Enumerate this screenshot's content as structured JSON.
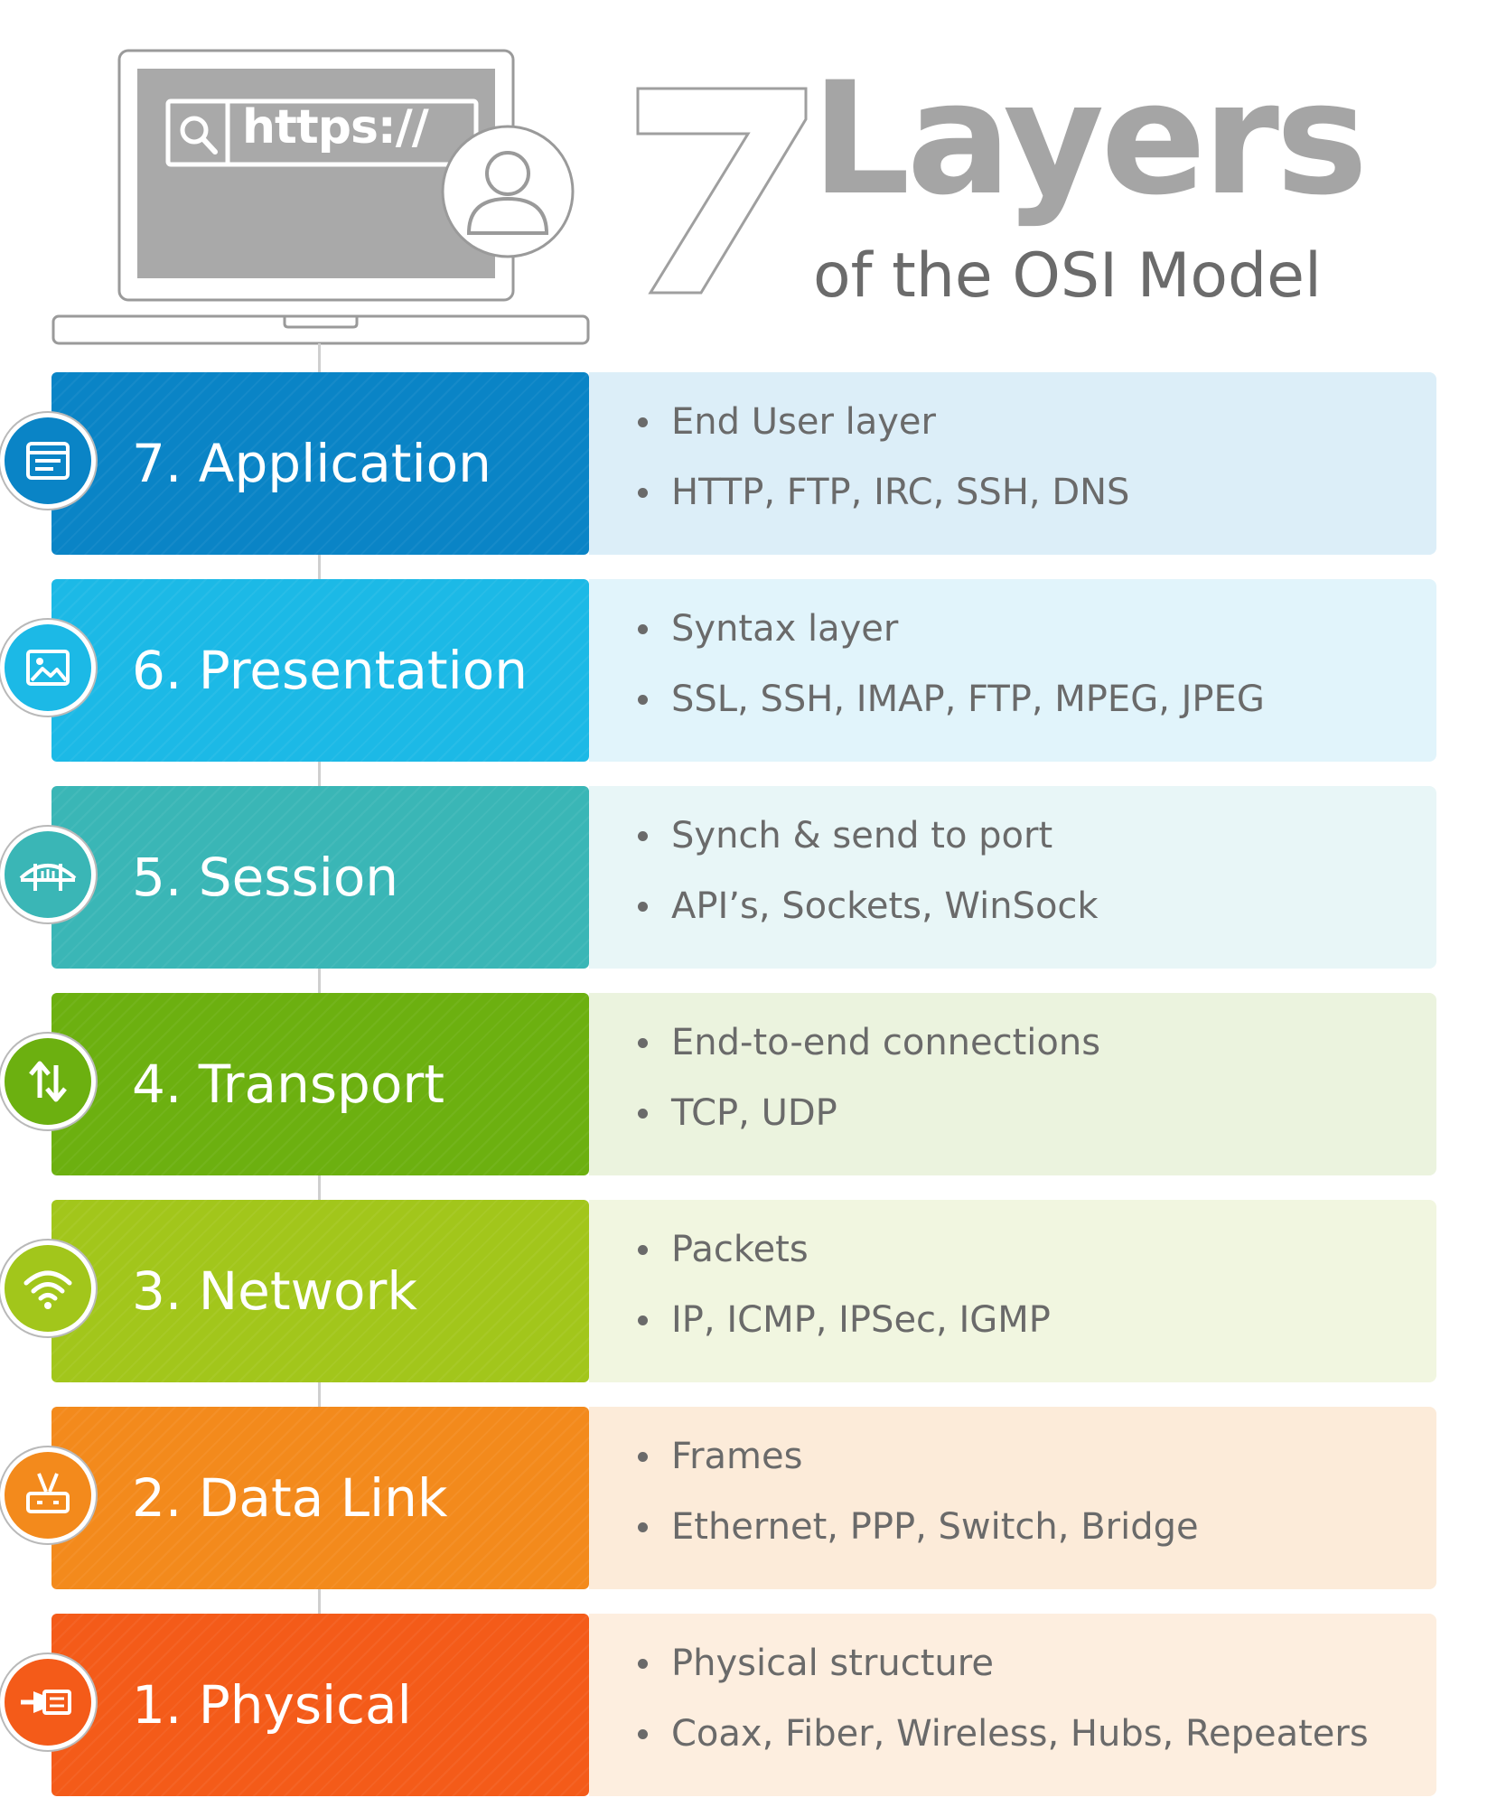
{
  "header": {
    "url_text": "https://",
    "title_number": "7",
    "title_main": "Layers",
    "title_sub": "of the OSI Model"
  },
  "layers": [
    {
      "label": "7. Application",
      "icon": "application-window-icon",
      "color": "#0a84c6",
      "panel_color": "#dceef8",
      "bullets": [
        "End User layer",
        "HTTP, FTP, IRC, SSH, DNS"
      ]
    },
    {
      "label": "6. Presentation",
      "icon": "image-icon",
      "color": "#1cb9e6",
      "panel_color": "#e1f4fb",
      "bullets": [
        "Syntax layer",
        "SSL, SSH, IMAP, FTP, MPEG, JPEG"
      ]
    },
    {
      "label": "5. Session",
      "icon": "bridge-icon",
      "color": "#3ab6b6",
      "panel_color": "#e8f6f7",
      "bullets": [
        "Synch & send to port",
        "API’s, Sockets, WinSock"
      ]
    },
    {
      "label": "4. Transport",
      "icon": "up-down-arrows-icon",
      "color": "#6cb010",
      "panel_color": "#ebf3de",
      "bullets": [
        "End-to-end connections",
        "TCP, UDP"
      ]
    },
    {
      "label": "3. Network",
      "icon": "wifi-icon",
      "color": "#a2c61b",
      "panel_color": "#f1f6e0",
      "bullets": [
        "Packets",
        "IP, ICMP, IPSec, IGMP"
      ]
    },
    {
      "label": "2. Data Link",
      "icon": "router-icon",
      "color": "#f38a1c",
      "panel_color": "#fcebd9",
      "bullets": [
        "Frames",
        "Ethernet, PPP, Switch, Bridge"
      ]
    },
    {
      "label": "1. Physical",
      "icon": "cable-plug-icon",
      "color": "#f45b19",
      "panel_color": "#fdeedf",
      "bullets": [
        "Physical structure",
        "Coax, Fiber, Wireless, Hubs, Repeaters"
      ]
    }
  ]
}
